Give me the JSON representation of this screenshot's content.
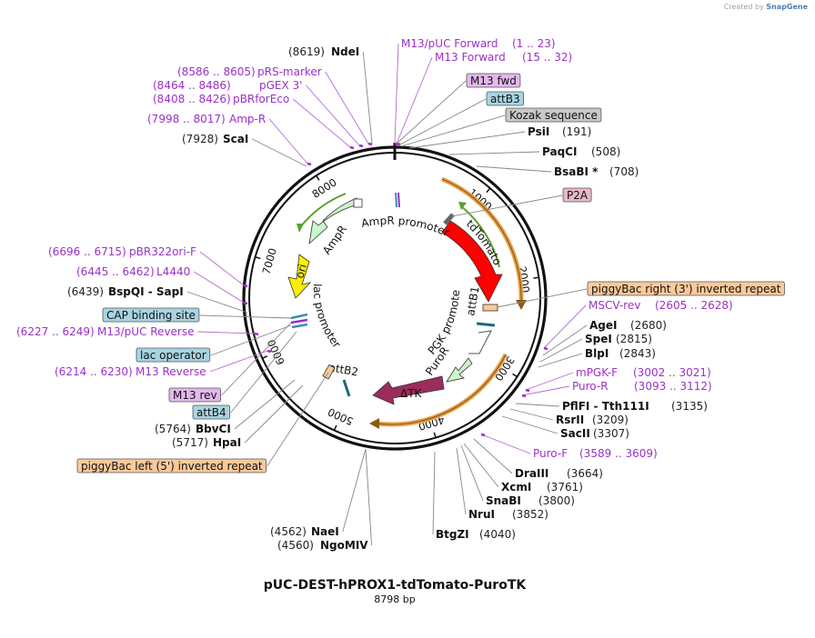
{
  "credit": {
    "created_by": "Created by",
    "brand": "SnapGene"
  },
  "plasmid": {
    "name": "pUC-DEST-hPROX1-tdTomato-PuroTK",
    "length": "8798 bp",
    "length_bp": 8798
  },
  "ticks": [
    "1000",
    "2000",
    "3000",
    "4000",
    "5000",
    "6000",
    "7000",
    "8000"
  ],
  "labels": [
    {
      "pos": "(8619)",
      "name": "NdeI",
      "kind": "enzyme"
    },
    {
      "pos": "(1 .. 23)",
      "name": "M13/pUC Forward",
      "kind": "primer"
    },
    {
      "pos": "(15 .. 32)",
      "name": "M13 Forward",
      "kind": "primer"
    },
    {
      "pos": "(8586 .. 8605)",
      "name": "pRS-marker",
      "kind": "primer"
    },
    {
      "pos": "(8464 .. 8486)",
      "name": "pGEX 3'",
      "kind": "primer"
    },
    {
      "pos": "(8408 .. 8426)",
      "name": "pBRforEco",
      "kind": "primer"
    },
    {
      "pos": "(7998 .. 8017)",
      "name": "Amp-R",
      "kind": "primer"
    },
    {
      "pos": "(7928)",
      "name": "ScaI",
      "kind": "enzyme"
    },
    {
      "pos": "(191)",
      "name": "PsiI",
      "kind": "enzyme"
    },
    {
      "pos": "(508)",
      "name": "PaqCI",
      "kind": "enzyme"
    },
    {
      "pos": "(708)",
      "name": "BsaBI *",
      "kind": "enzyme"
    },
    {
      "pos": "(2605 .. 2628)",
      "name": "MSCV-rev",
      "kind": "primer"
    },
    {
      "pos": "(2680)",
      "name": "AgeI",
      "kind": "enzyme"
    },
    {
      "pos": "(2815)",
      "name": "SpeI",
      "kind": "enzyme"
    },
    {
      "pos": "(2843)",
      "name": "BlpI",
      "kind": "enzyme"
    },
    {
      "pos": "(3002 .. 3021)",
      "name": "mPGK-F",
      "kind": "primer"
    },
    {
      "pos": "(3093 .. 3112)",
      "name": "Puro-R",
      "kind": "primer"
    },
    {
      "pos": "(3135)",
      "name": "PflFI - Tth111I",
      "kind": "enzyme"
    },
    {
      "pos": "(3209)",
      "name": "RsrII",
      "kind": "enzyme"
    },
    {
      "pos": "(3307)",
      "name": "SacII",
      "kind": "enzyme"
    },
    {
      "pos": "(3589 .. 3609)",
      "name": "Puro-F",
      "kind": "primer"
    },
    {
      "pos": "(3664)",
      "name": "DraIII",
      "kind": "enzyme"
    },
    {
      "pos": "(3761)",
      "name": "XcmI",
      "kind": "enzyme"
    },
    {
      "pos": "(3800)",
      "name": "SnaBI",
      "kind": "enzyme"
    },
    {
      "pos": "(3852)",
      "name": "NruI",
      "kind": "enzyme"
    },
    {
      "pos": "(4040)",
      "name": "BtgZI",
      "kind": "enzyme"
    },
    {
      "pos": "(4562)",
      "name": "NaeI",
      "kind": "enzyme"
    },
    {
      "pos": "(4560)",
      "name": "NgoMIV",
      "kind": "enzyme"
    },
    {
      "pos": "(6696 .. 6715)",
      "name": "pBR322ori-F",
      "kind": "primer"
    },
    {
      "pos": "(6445 .. 6462)",
      "name": "L4440",
      "kind": "primer"
    },
    {
      "pos": "(6439)",
      "name": "BspQI - SapI",
      "kind": "enzyme"
    },
    {
      "pos": "(6227 .. 6249)",
      "name": "M13/pUC Reverse",
      "kind": "primer"
    },
    {
      "pos": "(6214 .. 6230)",
      "name": "M13 Reverse",
      "kind": "primer"
    },
    {
      "pos": "(5764)",
      "name": "BbvCI",
      "kind": "enzyme"
    },
    {
      "pos": "(5717)",
      "name": "HpaI",
      "kind": "enzyme"
    }
  ],
  "boxes": [
    {
      "name": "M13 fwd",
      "color": "#e3b8ee"
    },
    {
      "name": "attB3",
      "color": "#a8d4e3"
    },
    {
      "name": "Kozak sequence",
      "color": "#c8c8c8"
    },
    {
      "name": "P2A",
      "color": "#e8b8c8"
    },
    {
      "name": "piggyBac right (3') inverted repeat",
      "color": "#fbc99a"
    },
    {
      "name": "CAP binding site",
      "color": "#a8d4e3"
    },
    {
      "name": "lac operator",
      "color": "#a8d4e3"
    },
    {
      "name": "M13 rev",
      "color": "#e3b8ee"
    },
    {
      "name": "attB4",
      "color": "#a8d4e3"
    },
    {
      "name": "piggyBac left (5') inverted repeat",
      "color": "#fbc99a"
    }
  ],
  "features": [
    {
      "name": "tdTomato",
      "color": "#ff0000"
    },
    {
      "name": "ΔTK",
      "color": "#9b2d5c"
    },
    {
      "name": "ori",
      "color": "#ffee00"
    },
    {
      "name": "AmpR",
      "color": "#ccf5cc"
    },
    {
      "name": "PuroR",
      "color": "#ccf5cc"
    },
    {
      "name": "AmpR promoter",
      "color": ""
    },
    {
      "name": "lac promoter",
      "color": ""
    },
    {
      "name": "PGK promoter",
      "color": ""
    },
    {
      "name": "attB1",
      "color": ""
    },
    {
      "name": "attB2",
      "color": ""
    }
  ]
}
